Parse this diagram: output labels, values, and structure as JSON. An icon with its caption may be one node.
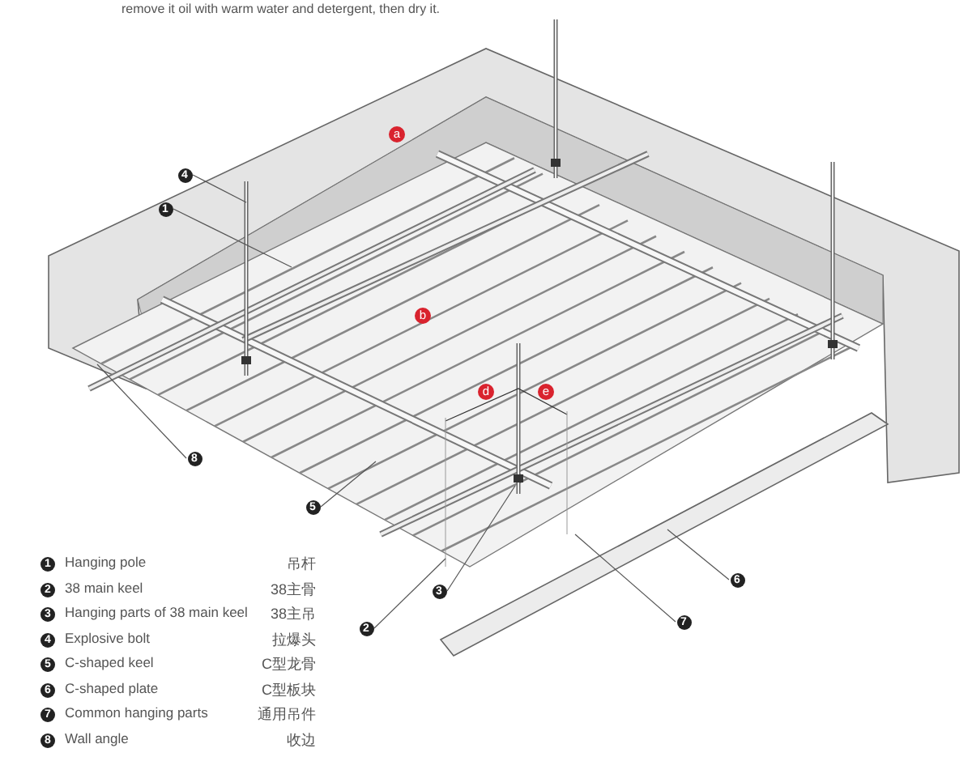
{
  "diagram": {
    "nodes": [
      {
        "text": [
          "4"
        ]
      },
      {
        "text": [
          "1"
        ]
      },
      {
        "text": [
          "8"
        ]
      },
      {
        "text": [
          "5"
        ]
      },
      {
        "text": [
          "6"
        ]
      },
      {
        "text": [
          "3"
        ]
      },
      {
        "text": [
          "7"
        ]
      },
      {
        "text": [
          "2"
        ]
      }
    ],
    "edges": [
      {
        "from": 0,
        "to": null,
        "arrow": "none"
      },
      {
        "from": 1,
        "to": null,
        "arrow": "none"
      },
      {
        "from": 2,
        "to": null,
        "arrow": "none"
      },
      {
        "from": 3,
        "to": null,
        "arrow": "none"
      },
      {
        "from": 4,
        "to": null,
        "arrow": "none"
      },
      {
        "from": 5,
        "to": null,
        "arrow": "none"
      },
      {
        "from": 6,
        "to": null,
        "arrow": "none"
      },
      {
        "from": 7,
        "to": null,
        "arrow": "none"
      }
    ],
    "labels": [
      "remove it oil with warm water and detergent, then dry it.",
      "a",
      "b",
      "d",
      "e",
      "1",
      "Hanging pole",
      "吊杆",
      "2",
      "38 main keel",
      "38主骨",
      "3",
      "Hanging parts of 38 main keel",
      "38主吊",
      "4",
      "Explosive bolt",
      "拉爆头",
      "5",
      "C-shaped keel",
      "C型龙骨",
      "6",
      "C-shaped plate",
      "C型板块",
      "7",
      "Common hanging parts",
      "通用吊件",
      "8",
      "Wall angle",
      "收边"
    ]
  }
}
